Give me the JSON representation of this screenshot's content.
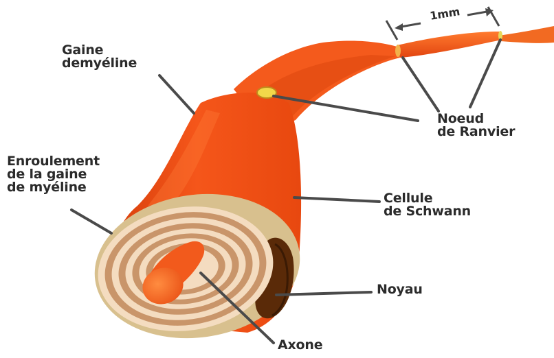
{
  "labels": {
    "gaine": [
      "Gaine",
      "demyéline"
    ],
    "enroulement": [
      "Enroulement",
      "de la gaine",
      "de myéline"
    ],
    "noeud": [
      "Noeud",
      "de Ranvier"
    ],
    "cellule": [
      "Cellule",
      "de Schwann"
    ],
    "noyau": "Noyau",
    "axone": "Axone",
    "scale": "1mm"
  },
  "colors": {
    "sheath": "#f04e12",
    "sheath_dark": "#c2380a",
    "sheath_light": "#ff8a3a",
    "myelin_light": "#f4dcc0",
    "myelin_dark": "#c9956a",
    "rim": "#d8c08e",
    "nucleus": "#5a2a08",
    "node": "#f2d84a",
    "leader": "#4a4a4a",
    "text": "#2b2b2b"
  }
}
